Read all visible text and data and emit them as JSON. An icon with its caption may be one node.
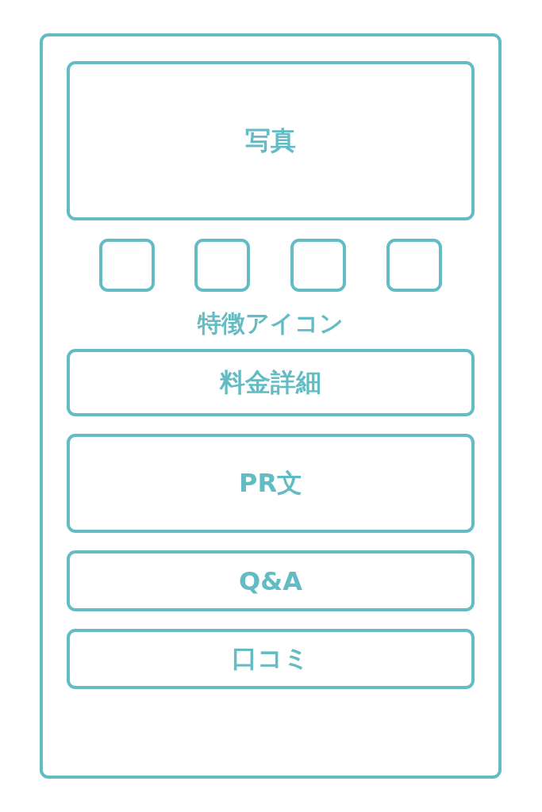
{
  "diagram": {
    "nodes": [
      {
        "text": [],
        "shape": "box"
      },
      {
        "text": [
          "写真"
        ],
        "in": 0
      },
      {
        "text": [],
        "shape": "box",
        "in": 0
      },
      {
        "text": [],
        "shape": "box",
        "in": 0
      },
      {
        "text": [],
        "shape": "box",
        "in": 0
      },
      {
        "text": [],
        "shape": "box",
        "in": 0
      },
      {
        "text": [
          "料金詳細"
        ],
        "in": 0
      },
      {
        "text": [
          "PR文"
        ],
        "in": 0
      },
      {
        "text": [
          "Q&A"
        ],
        "in": 0
      },
      {
        "text": [
          "口コミ"
        ],
        "in": 0
      }
    ],
    "labels": [
      "特徴アイコン"
    ]
  }
}
